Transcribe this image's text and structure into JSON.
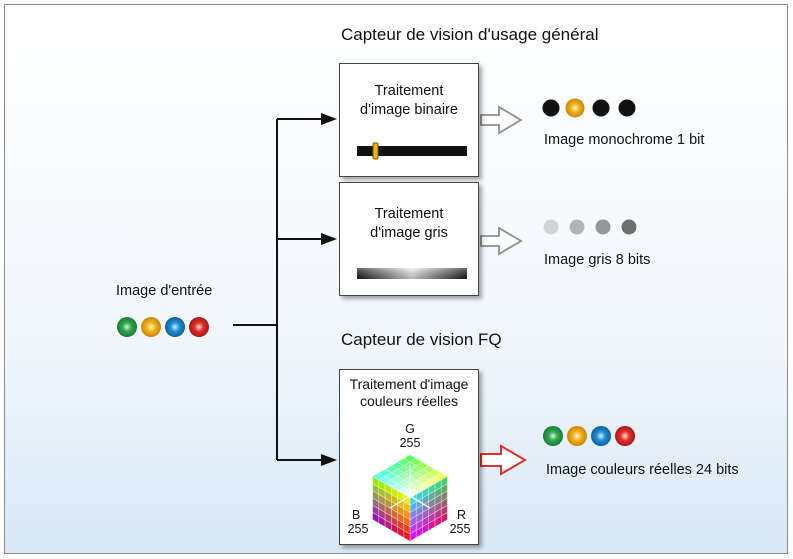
{
  "input": {
    "label": "Image d'entrée"
  },
  "general": {
    "heading": "Capteur de vision d'usage général",
    "binary": {
      "title_l1": "Traitement",
      "title_l2": "d'image binaire",
      "output": "Image monochrome 1 bit"
    },
    "gray": {
      "title_l1": "Traitement",
      "title_l2": "d'image gris",
      "output": "Image gris 8 bits"
    }
  },
  "fq": {
    "heading": "Capteur de vision FQ",
    "color": {
      "title_l1": "Traitement d'image",
      "title_l2": "couleurs réelles",
      "output": "Image couleurs réelles 24 bits",
      "axis_g": "G",
      "axis_g_value": "255",
      "axis_b": "B",
      "axis_b_value": "255",
      "axis_r": "R",
      "axis_r_value": "255"
    }
  },
  "colors": {
    "green": "#2fa84f",
    "yellow": "#f3b21a",
    "blue": "#1f8fd6",
    "red": "#e0302a",
    "arrow_red": "#e0302a",
    "arrow_gray": "#8f8f8f",
    "slider": "#111111"
  },
  "icons": [
    "color-dot-icon",
    "black-dot-icon",
    "gray-dot-icon",
    "rgb-cube-icon",
    "slider-icon",
    "gradient-bar-icon"
  ]
}
